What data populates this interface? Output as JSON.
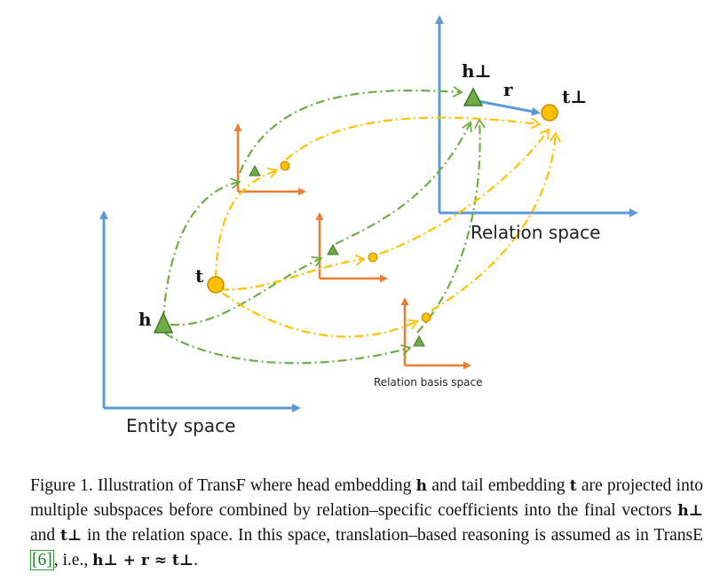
{
  "figure": {
    "labels": {
      "entity_space": "Entity space",
      "relation_space": "Relation space",
      "relation_basis_space": "Relation basis space",
      "h": "h",
      "t": "t",
      "h_perp": "h⊥",
      "t_perp": "t⊥",
      "r": "r"
    },
    "colors": {
      "axis_blue": "#5b9bd5",
      "axis_orange": "#ed7d31",
      "entity_green": "#70ad47",
      "entity_yellow": "#ffc000",
      "dash_green": "#70ad47",
      "dash_yellow": "#ffc000"
    }
  },
  "caption": {
    "fig_label": "Figure 1.",
    "part1": "Illustration of TransF where head embedding ",
    "h": "h",
    "part2": " and tail embedding ",
    "t": "t",
    "part3": " are projected into multiple subspaces before combined by relation–specific coefficients into the final vectors ",
    "h_perp": "h⊥",
    "part4": " and ",
    "t_perp": "t⊥",
    "part5": " in the relation space. In this space, translation–based reasoning is assumed as in TransE ",
    "cite": "[6]",
    "part6": ", i.e., ",
    "formula": "h⊥ + r ≈ t⊥",
    "part7": "."
  }
}
